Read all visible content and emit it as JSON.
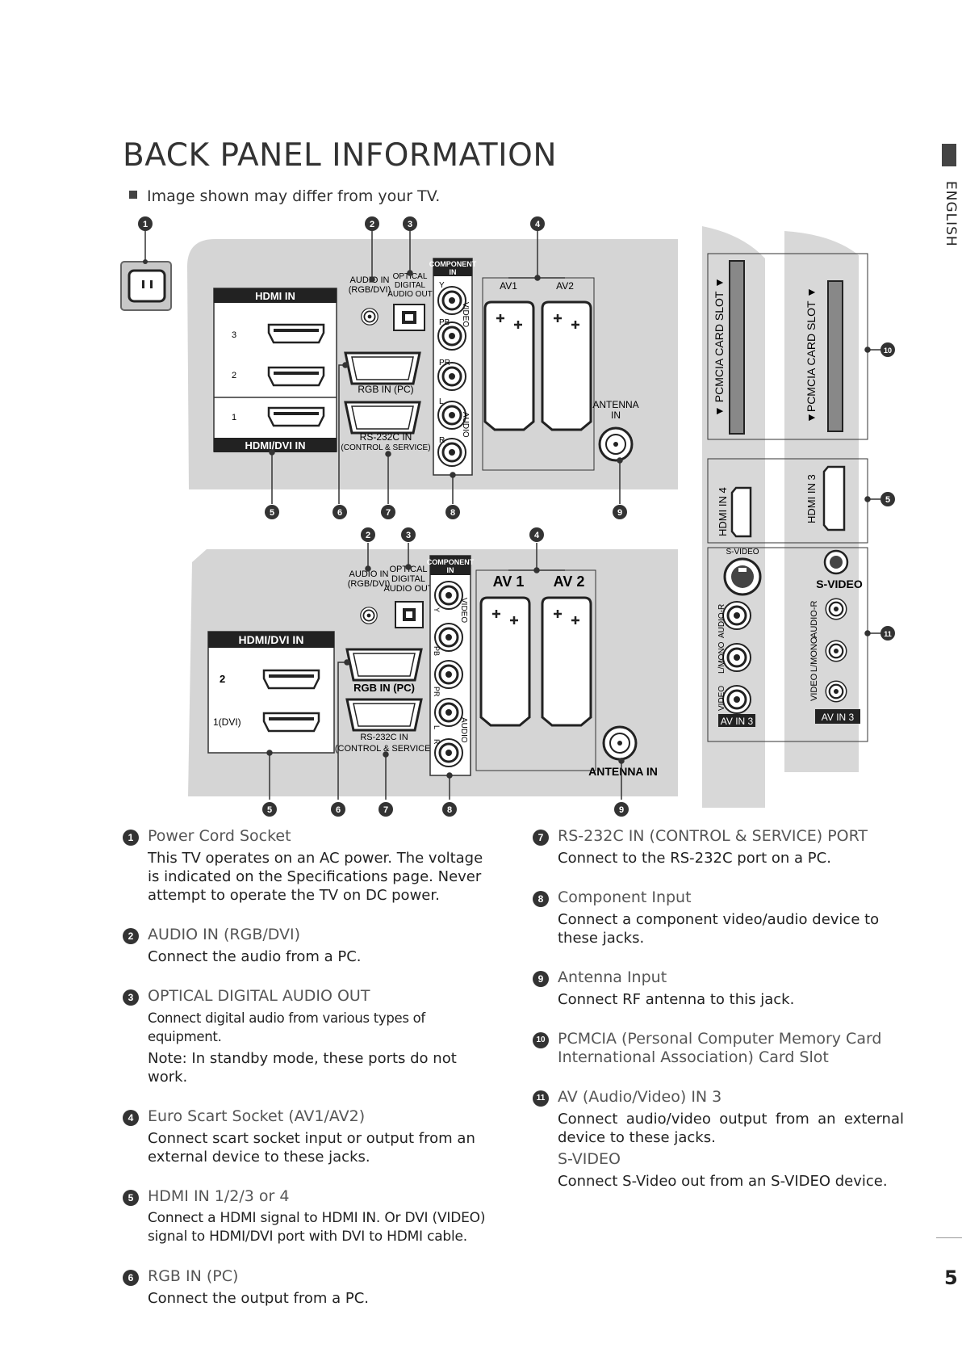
{
  "page": {
    "title": "BACK PANEL INFORMATION",
    "note": "Image shown may differ from your TV.",
    "language_tab": "ENGLISH",
    "page_number": "5"
  },
  "callouts": [
    "1",
    "2",
    "3",
    "4",
    "5",
    "6",
    "7",
    "8",
    "9",
    "10",
    "11"
  ],
  "panel1": {
    "hdmi_in": "HDMI IN",
    "hdmi_dvi_in": "HDMI/DVI IN",
    "port3": "3",
    "port2": "2",
    "port1": "1",
    "audio_in": "AUDIO IN",
    "audio_in_sub": "(RGB/DVI)",
    "optical_1": "OPTICAL",
    "optical_2": "DIGITAL",
    "optical_3": "AUDIO OUT",
    "component": "COMPONENT",
    "component_in": "IN",
    "video": "VIDEO",
    "audio": "AUDIO",
    "y": "Y",
    "pb": "PB",
    "pr": "PR",
    "l": "L",
    "r": "R",
    "rgb_in": "RGB IN (PC)",
    "rs232": "RS-232C  IN",
    "rs232_sub": "(CONTROL & SERVICE)",
    "av1": "AV1",
    "av2": "AV2",
    "antenna": "ANTENNA",
    "antenna_in": "IN"
  },
  "panel2": {
    "hdmi_dvi_in": "HDMI/DVI IN",
    "port2": "2",
    "port1": "1(DVI)",
    "audio_in": "AUDIO IN",
    "audio_in_sub": "(RGB/DVI)",
    "optical_1": "OPTICAL",
    "optical_2": "DIGITAL",
    "optical_3": "AUDIO OUT",
    "component": "COMPONENT",
    "component_in": "IN",
    "video": "VIDEO",
    "audio": "AUDIO",
    "y": "Y",
    "pb": "PB",
    "pr": "PR",
    "l": "L",
    "r": "R",
    "rgb_in": "RGB IN (PC)",
    "rs232": "RS-232C IN",
    "rs232_sub": "(CONTROL & SERVICE)",
    "av1": "AV 1",
    "av2": "AV 2",
    "antenna_in": "ANTENNA IN"
  },
  "side_panel": {
    "pcmcia_a": "▼ PCMCIA  CARD  SLOT ▼",
    "pcmcia_b": "▼PCMCIA CARD SLOT ▼",
    "hdmi_in_4": "HDMI IN 4",
    "hdmi_in_3": "HDMI IN 3",
    "s_video": "S-VIDEO",
    "s_video_b": "S-VIDEO",
    "audio_r": "AUDIO-R",
    "l_mono": "L/MONO",
    "video": "VIDEO",
    "av_in_3": "AV IN 3",
    "audio_r_b": "AUDIO-R",
    "l_mono_b": "L/MONO",
    "video_b": "VIDEO",
    "av_in_3_b": "AV IN 3"
  },
  "items_left": [
    {
      "num": "1",
      "title": "Power Cord Socket",
      "body": [
        "This TV operates on an AC power. The voltage is indicated on the Specifications page. Never attempt to operate the TV on DC power."
      ]
    },
    {
      "num": "2",
      "title": "AUDIO IN (RGB/DVI)",
      "body": [
        "Connect the audio from a PC."
      ]
    },
    {
      "num": "3",
      "title": "OPTICAL DIGITAL AUDIO OUT",
      "body": [
        "Connect digital audio from various types of equipment.",
        "Note: In standby mode, these ports do not work."
      ]
    },
    {
      "num": "4",
      "title": "Euro Scart Socket (AV1/AV2)",
      "body": [
        "Connect scart socket input or output from an external device to these jacks."
      ]
    },
    {
      "num": "5",
      "title": "HDMI IN 1/2/3 or 4",
      "body": [
        "Connect a HDMI signal to HDMI IN. Or DVI (VIDEO) signal to HDMI/DVI port with DVI to HDMI cable."
      ]
    },
    {
      "num": "6",
      "title": "RGB IN (PC)",
      "body": [
        "Connect the output from a PC."
      ]
    }
  ],
  "items_right": [
    {
      "num": "7",
      "title": "RS-232C IN (CONTROL & SERVICE) PORT",
      "body": [
        "Connect to the RS-232C port on a PC."
      ]
    },
    {
      "num": "8",
      "title": "Component Input",
      "body": [
        "Connect a component video/audio device to these jacks."
      ]
    },
    {
      "num": "9",
      "title": "Antenna Input",
      "body": [
        "Connect RF antenna to this jack."
      ]
    },
    {
      "num": "10",
      "title": "PCMCIA (Personal Computer Memory Card International Association) Card Slot",
      "body": []
    },
    {
      "num": "11",
      "title": "AV (Audio/Video) IN 3",
      "body": [
        "Connect audio/video output from an external device to these jacks."
      ],
      "subtitle": "S-VIDEO",
      "subbody": [
        "Connect S-Video out from an S-VIDEO device."
      ]
    }
  ],
  "colors": {
    "panel_gray": "#d5d5d5",
    "callout": "#333333"
  }
}
